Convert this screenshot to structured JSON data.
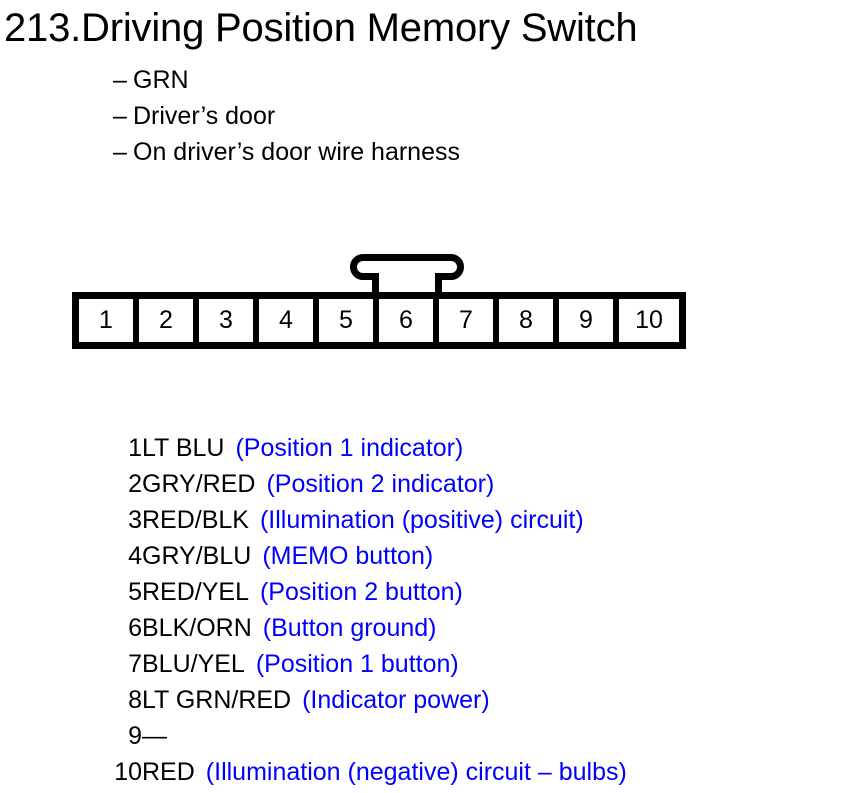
{
  "title": "213.Driving Position Memory Switch",
  "subtitle_items": [
    {
      "dash": "–",
      "text": "GRN"
    },
    {
      "dash": "–",
      "text": "Driver’s door"
    },
    {
      "dash": "–",
      "text": "On driver’s door wire harness"
    }
  ],
  "connector": {
    "pins": [
      "1",
      "2",
      "3",
      "4",
      "5",
      "6",
      "7",
      "8",
      "9",
      "10"
    ],
    "latch_over_pins": "5-6"
  },
  "colors": {
    "text": "#000000",
    "description": "#0000ff",
    "connector_outline": "#000000",
    "background": "#ffffff"
  },
  "pin_list": [
    {
      "number": "1",
      "wire": "LT BLU",
      "description": "(Position 1 indicator)"
    },
    {
      "number": "2",
      "wire": "GRY/RED",
      "description": "(Position 2 indicator)"
    },
    {
      "number": "3",
      "wire": "RED/BLK",
      "description": "(Illumination (positive) circuit)"
    },
    {
      "number": "4",
      "wire": "GRY/BLU",
      "description": "(MEMO button)"
    },
    {
      "number": "5",
      "wire": "RED/YEL",
      "description": "(Position 2 button)"
    },
    {
      "number": "6",
      "wire": "BLK/ORN",
      "description": "(Button ground)"
    },
    {
      "number": "7",
      "wire": "BLU/YEL",
      "description": "(Position 1 button)"
    },
    {
      "number": "8",
      "wire": "LT GRN/RED",
      "description": "(Indicator power)"
    },
    {
      "number": "9",
      "wire": "—",
      "description": ""
    },
    {
      "number": "10",
      "wire": "RED",
      "description": "(Illumination (negative) circuit – bulbs)"
    }
  ]
}
